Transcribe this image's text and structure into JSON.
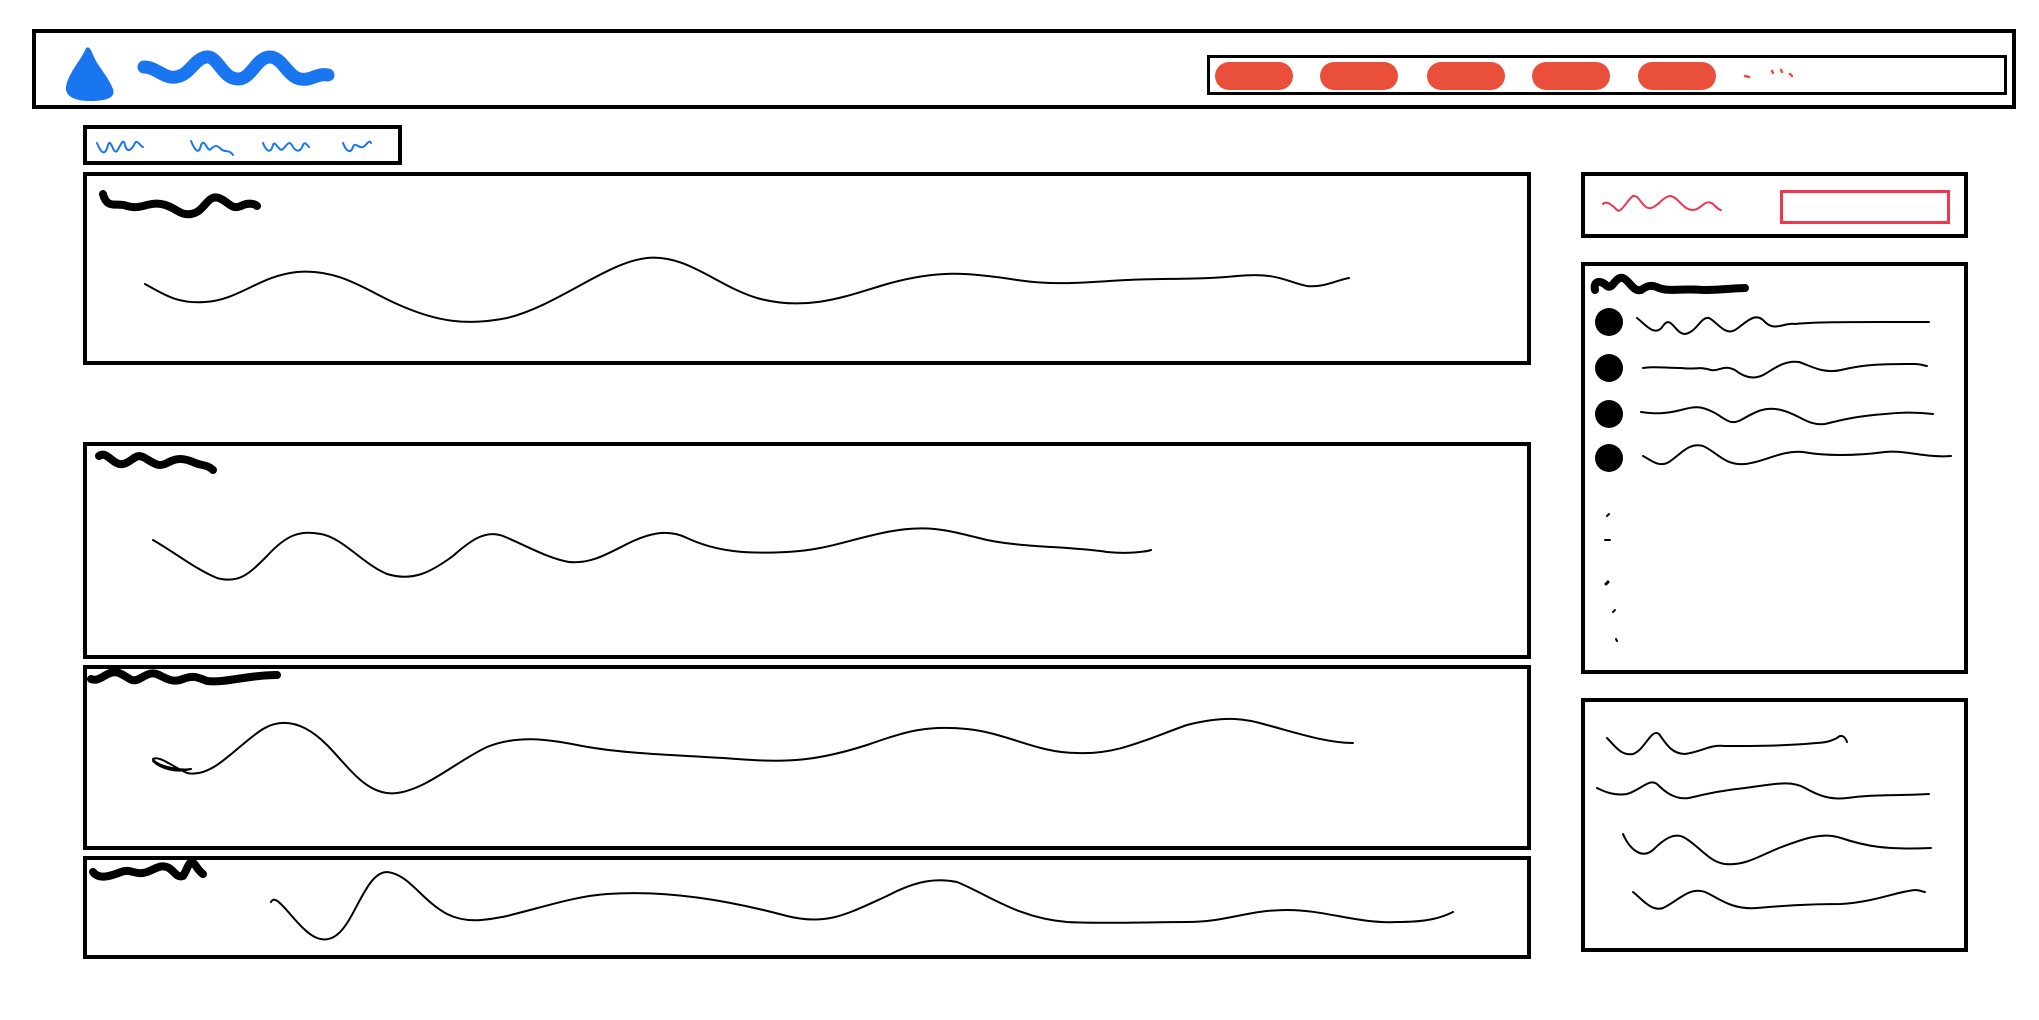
{
  "colors": {
    "stroke": "#000000",
    "brand": "#1976f0",
    "nav_pill": "#ea4f3c",
    "accent_red": "#f2364b",
    "background": "#ffffff"
  },
  "header": {
    "logo_icon": "drop-shape-icon",
    "nav": {
      "item_count": 5,
      "icon": "nav-pill"
    }
  },
  "breadcrumb": {
    "segment_count": 4
  },
  "main": {
    "section_count": 4
  },
  "sidebar": {
    "search": {
      "icon": "scribble-label"
    },
    "list": {
      "bullet_icon": "filled-circle",
      "item_count": 4
    },
    "text_block": {
      "line_count": 4
    }
  }
}
